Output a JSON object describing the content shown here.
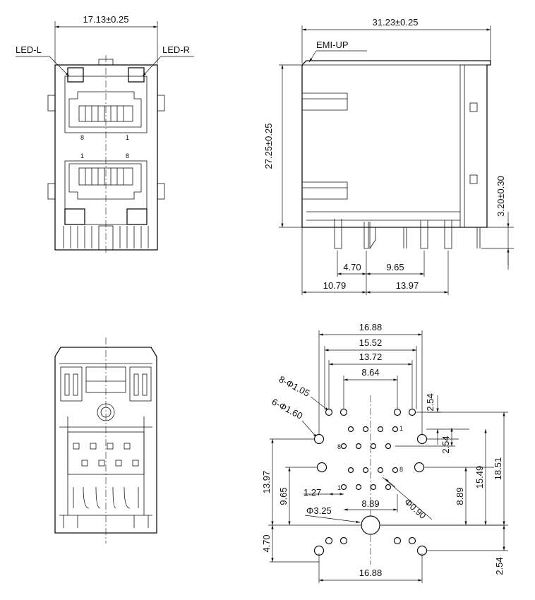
{
  "front_view": {
    "width_dim": "17.13±0.25",
    "led_left": "LED-L",
    "led_right": "LED-R",
    "upper_pin_left": "8",
    "upper_pin_right": "1",
    "lower_pin_left": "1",
    "lower_pin_right": "8"
  },
  "side_view": {
    "length_dim": "31.23±0.25",
    "emi_label": "EMI-UP",
    "height_dim": "27.25±0.25",
    "pin_length_dim": "3.20±0.30",
    "dim_a": "4.70",
    "dim_b": "9.65",
    "dim_c": "10.79",
    "dim_d": "13.97"
  },
  "footprint": {
    "w1": "16.88",
    "w2": "15.52",
    "w3": "13.72",
    "w4": "8.64",
    "hole_8": "8-Φ1.05",
    "hole_6": "6-Φ1.60",
    "v_254_top": "2.54",
    "v_254_mid": "2.54",
    "v_1397": "13.97",
    "v_965": "9.65",
    "h_127": "1.27",
    "h_889": "8.89",
    "d_090": "Φ0.90",
    "d_325": "Φ3.25",
    "v_889": "8.89",
    "v_1549": "15.49",
    "v_1851": "18.51",
    "v_470": "4.70",
    "v_254_bot": "2.54",
    "w_bottom": "16.88",
    "pin1": "1",
    "pin8a": "8",
    "pin8b": "8",
    "pin1b": "1"
  }
}
